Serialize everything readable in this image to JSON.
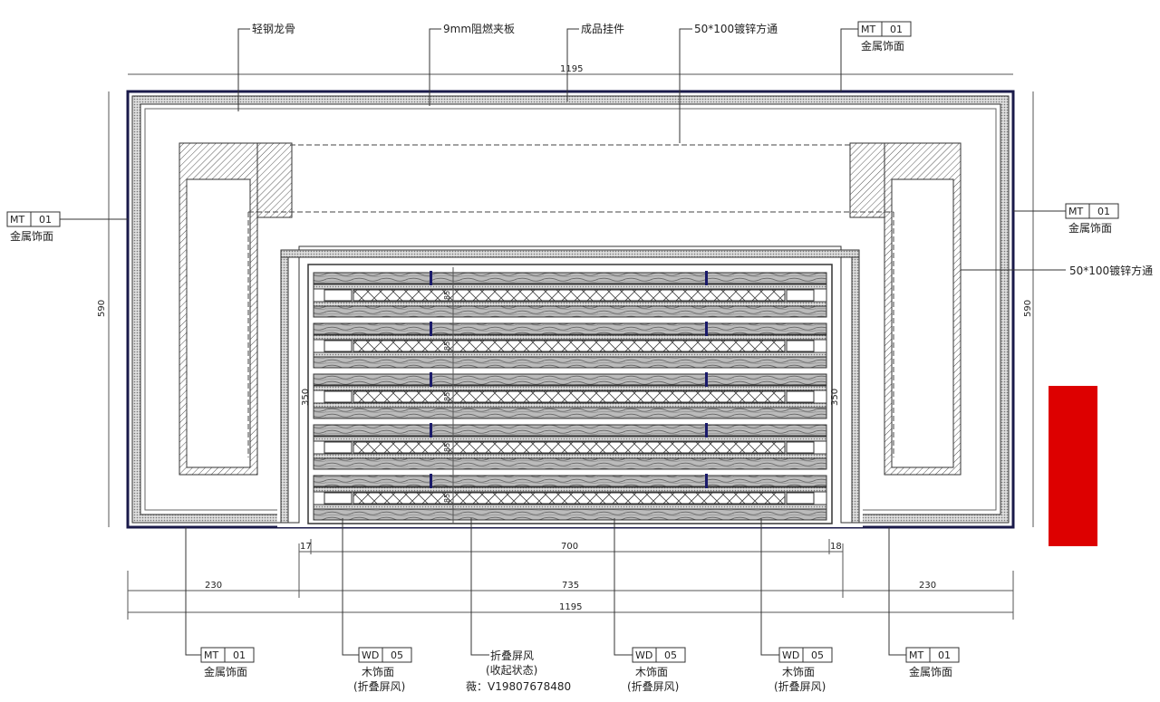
{
  "top_labels": [
    "轻钢龙骨",
    "9mm阻燃夹板",
    "成品挂件",
    "50*100镀锌方通"
  ],
  "tags": {
    "mt": {
      "code": "MT",
      "num": "01",
      "name": "金属饰面"
    },
    "wd": {
      "code": "WD",
      "num": "05",
      "name": "木饰面",
      "sub": "(折叠屏风)"
    }
  },
  "right_label": "50*100镀锌方通",
  "bottom_center": {
    "title": "折叠屏风",
    "sub": "(收起状态)",
    "contact": "薇：V19807678480"
  },
  "dims": {
    "top_width": "1195",
    "left_height": "590",
    "right_height": "590",
    "inner_left": "350",
    "inner_right": "350",
    "gap_left": "17",
    "gap_right": "18",
    "inner_width": "700",
    "side_left": "230",
    "center": "735",
    "side_right": "230",
    "bottom_total": "1195",
    "slat": "85"
  },
  "colors": {
    "accent_red": "#dd0000",
    "frame": "#1a1a4a"
  }
}
